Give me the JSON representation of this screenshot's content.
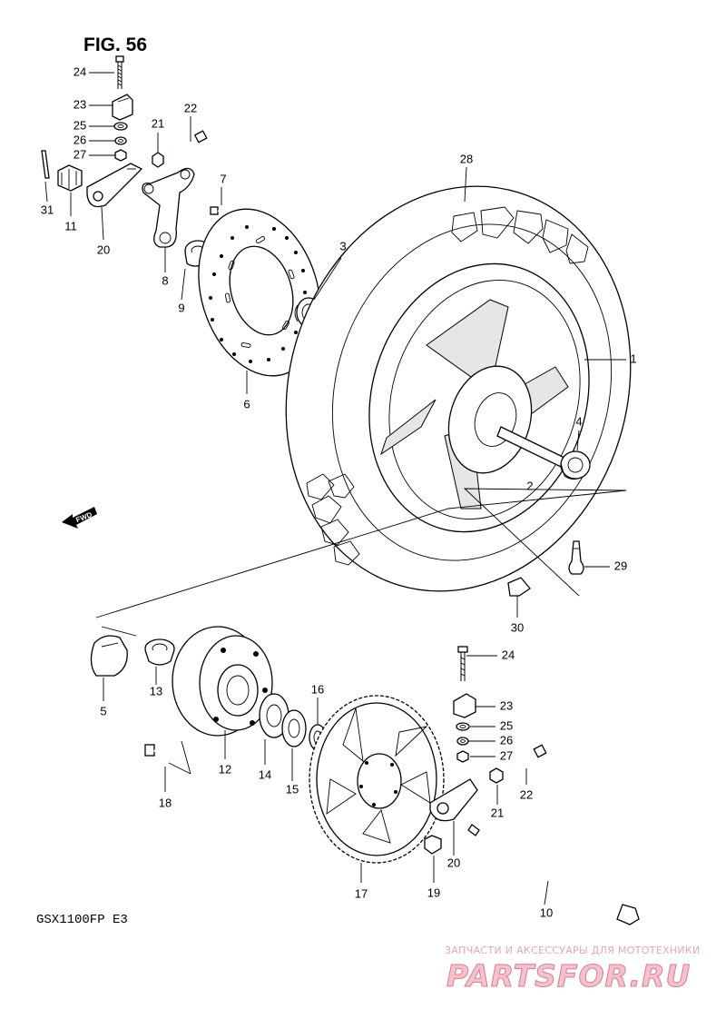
{
  "figure_title": "FIG. 56",
  "model_label": "GSX1100FP E3",
  "direction_label": "FWD",
  "watermark": {
    "tagline": "ЗАПЧАСТИ И АКСЕССУАРЫ ДЛЯ МОТОТЕХНИКИ",
    "logo": "PARTSFOR.RU"
  },
  "callouts": {
    "c24a": "24",
    "c23a": "23",
    "c25a": "25",
    "c26a": "26",
    "c27a": "27",
    "c21a": "21",
    "c22a": "22",
    "c31": "31",
    "c11": "11",
    "c20a": "20",
    "c8": "8",
    "c9": "9",
    "c7": "7",
    "c3": "3",
    "c6": "6",
    "c28": "28",
    "c1": "1",
    "c4": "4",
    "c2": "2",
    "c29": "29",
    "c30": "30",
    "c5": "5",
    "c13": "13",
    "c12": "12",
    "c14": "14",
    "c15": "15",
    "c16": "16",
    "c18": "18",
    "c17": "17",
    "c19": "19",
    "c20b": "20",
    "c21b": "21",
    "c22b": "22",
    "c23b": "23",
    "c24b": "24",
    "c25b": "25",
    "c26b": "26",
    "c27b": "27",
    "c10": "10"
  }
}
